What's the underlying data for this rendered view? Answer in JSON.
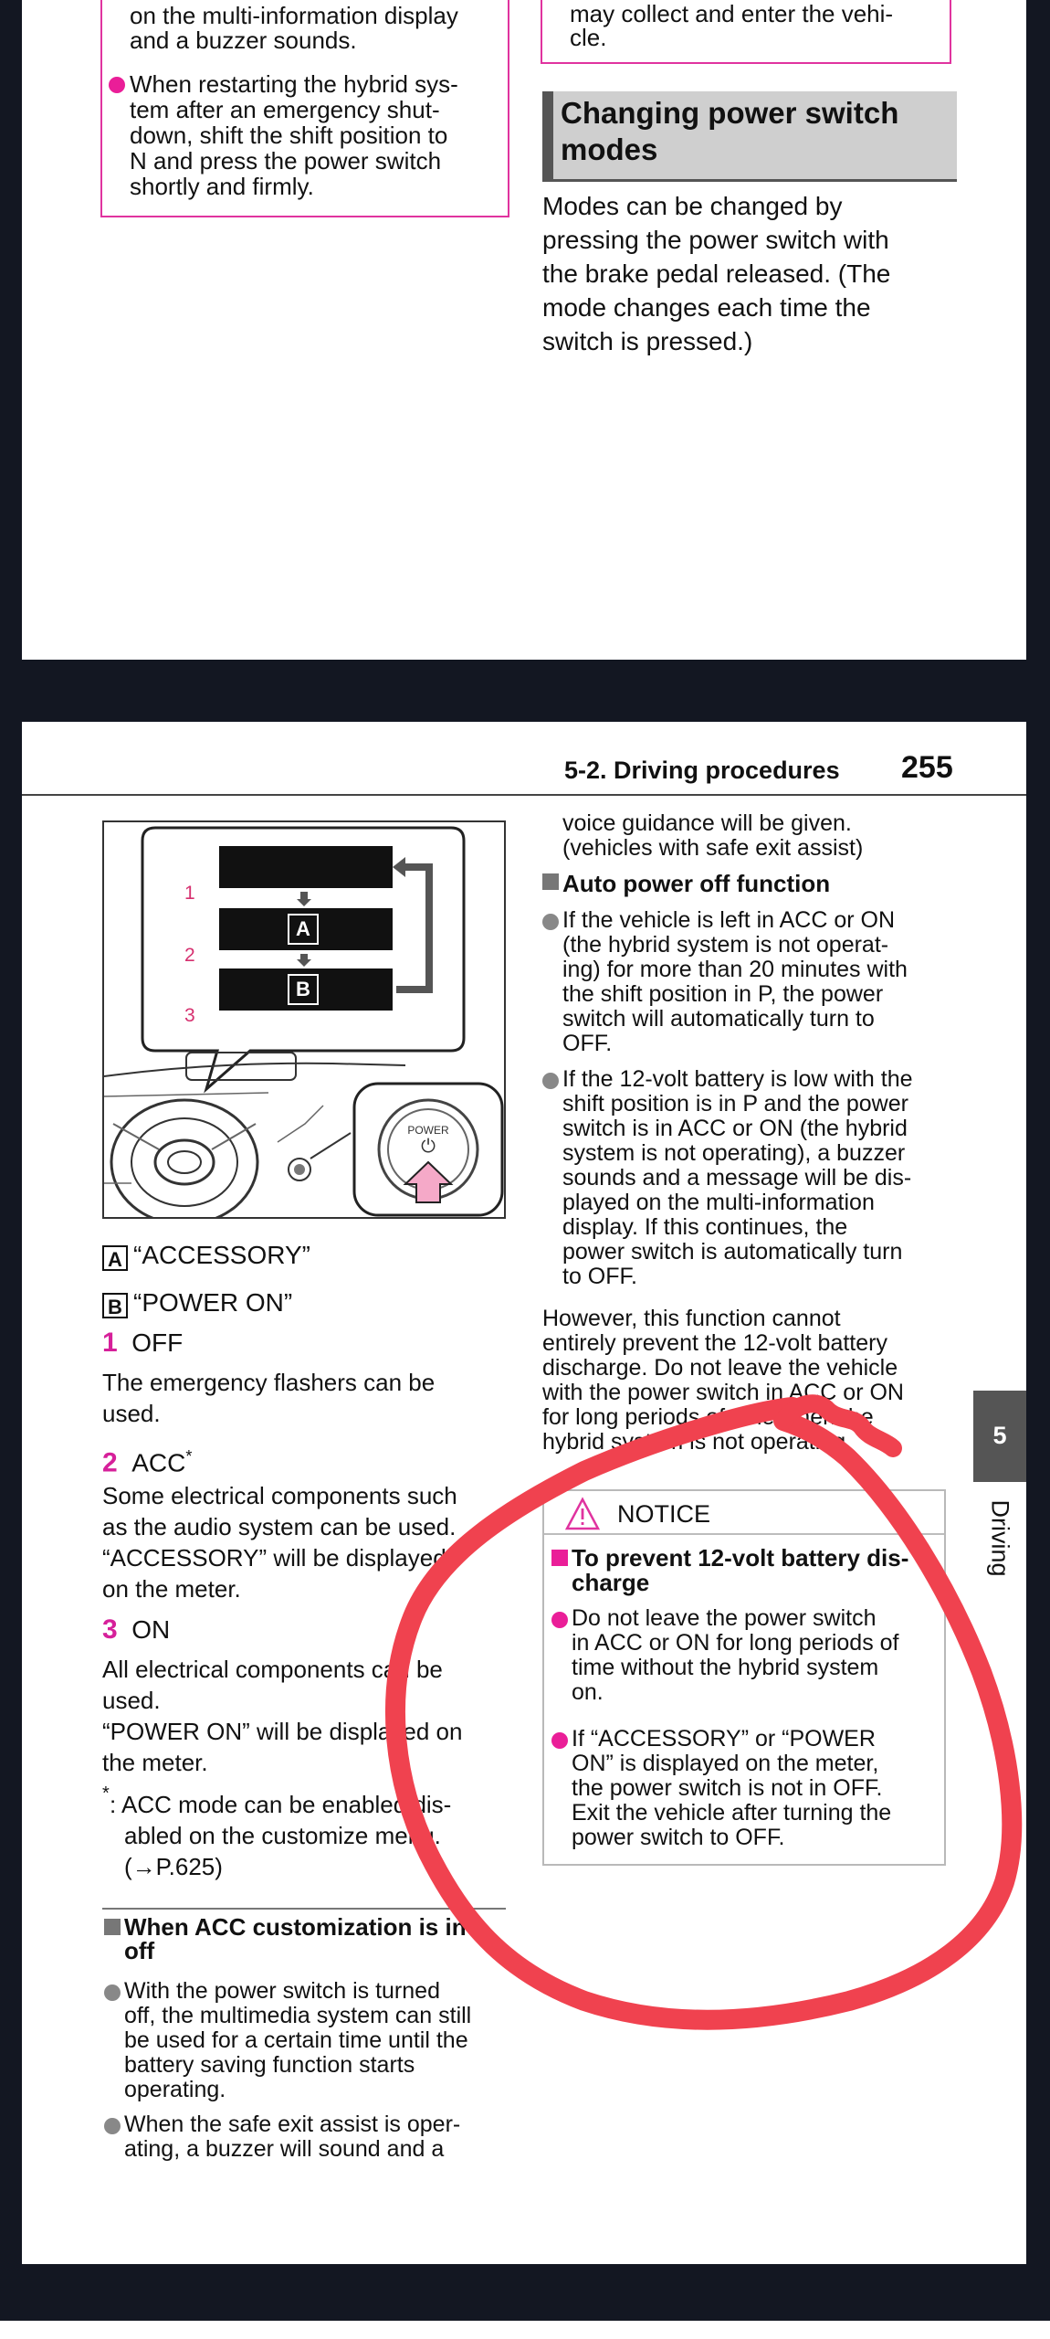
{
  "top_page": {
    "left_box_lines": [
      "on the multi-information display",
      "and a buzzer sounds."
    ],
    "left_bullet_lines": [
      "When restarting the hybrid sys-",
      "tem after an emergency shut-",
      "down, shift the shift position to",
      "N and press the power switch",
      "shortly and firmly."
    ],
    "right_box_lines": [
      "may collect and enter the vehi-",
      "cle."
    ],
    "section_heading_lines": [
      "Changing power switch",
      "modes"
    ],
    "section_text_lines": [
      "Modes can be changed by",
      "pressing the power switch with",
      "the brake pedal released. (The",
      "mode changes each time the",
      "switch is pressed.)"
    ]
  },
  "page": {
    "section": "5-2. Driving procedures",
    "number": "255",
    "side_tab_number": "5",
    "side_tab_label": "Driving"
  },
  "figure": {
    "rows": [
      "1",
      "2",
      "3"
    ],
    "boxes": [
      "A",
      "B"
    ],
    "power_label": "POWER",
    "power_symbol": "⏻"
  },
  "left": {
    "legend_a_key": "A",
    "legend_a": "“ACCESSORY”",
    "legend_b_key": "B",
    "legend_b": "“POWER ON”",
    "m1_num": "1",
    "m1": "OFF",
    "m1_desc_lines": [
      "The emergency flashers can be",
      "used."
    ],
    "m2_num": "2",
    "m2": "ACC",
    "m2_sup": "*",
    "m2_desc_lines": [
      "Some electrical components such",
      "as the audio system can be used.",
      "“ACCESSORY” will be displayed",
      "on the meter."
    ],
    "m3_num": "3",
    "m3": "ON",
    "m3_desc_lines": [
      "All electrical components can be",
      "used.",
      "“POWER ON” will be displayed on",
      "the meter."
    ],
    "footnote_mark": "*",
    "footnote_lines": [
      ": ACC mode can be enabled/dis-",
      "abled on the customize menu.",
      "(→P.625)"
    ],
    "acc_heading_lines": [
      "When ACC customization is in",
      "off"
    ],
    "acc_b1_lines": [
      "With the power switch is turned",
      "off, the multimedia system can still",
      "be used for a certain time until the",
      "battery saving function starts",
      "operating."
    ],
    "acc_b2_lines": [
      "When the safe exit assist is oper-",
      "ating, a buzzer will sound and a"
    ]
  },
  "right": {
    "cont_lines": [
      "voice guidance will be given.",
      "(vehicles with safe exit assist)"
    ],
    "auto_heading": "Auto power off function",
    "auto_b1_lines": [
      "If the vehicle is left in ACC or ON",
      "(the hybrid system is not operat-",
      "ing) for more than 20 minutes with",
      "the shift position in P, the power",
      "switch will automatically turn to",
      "OFF."
    ],
    "auto_b2_lines": [
      "If the 12-volt battery is low with the",
      "shift position is in P and the power",
      "switch is in ACC or ON (the hybrid",
      "system is not operating), a buzzer",
      "sounds and a message will be dis-",
      "played on the multi-information",
      "display. If this continues, the",
      "power switch is automatically turn",
      "to OFF."
    ],
    "however_lines": [
      "However, this function cannot",
      "entirely prevent the 12-volt battery",
      "discharge. Do not leave the vehicle",
      "with the power switch in ACC or ON",
      "for long periods of time when the",
      "hybrid system is not operating."
    ],
    "notice_title": "NOTICE",
    "notice_heading_lines": [
      "To prevent 12-volt battery dis-",
      "charge"
    ],
    "notice_b1_lines": [
      "Do not leave the power switch",
      "in ACC or ON for long periods of",
      "time without the hybrid system",
      "on."
    ],
    "notice_b2_lines": [
      "If “ACCESSORY” or “POWER",
      "ON” is displayed on the meter,",
      "the power switch is not in OFF.",
      "Exit the vehicle after turning the",
      "power switch to OFF."
    ]
  },
  "colors": {
    "accent": "#d6209a",
    "markup": "#f0424f",
    "background": "#131722"
  }
}
